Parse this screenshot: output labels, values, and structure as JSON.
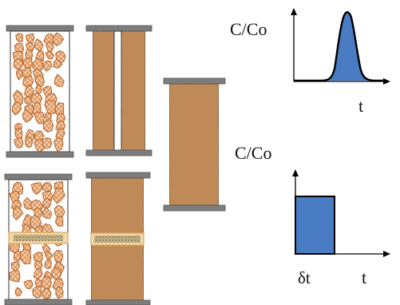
{
  "colors": {
    "packing": "#c28a57",
    "packing_dark": "#8a5a33",
    "packing_light": "#e2b488",
    "cap": "#7d7d7d",
    "curve_fill": "#4a7cc3",
    "pulse_fill": "#4a7cc3",
    "outline": "#000000",
    "injection_band": "#f2d7a8"
  },
  "top_graph": {
    "y_label": "C/Co",
    "x_label": "t",
    "curve": "gaussian-peak"
  },
  "bottom_graph": {
    "y_label": "C/Co",
    "x_label": "t",
    "pulse_label": "δt",
    "curve": "rectangular-pulse"
  }
}
